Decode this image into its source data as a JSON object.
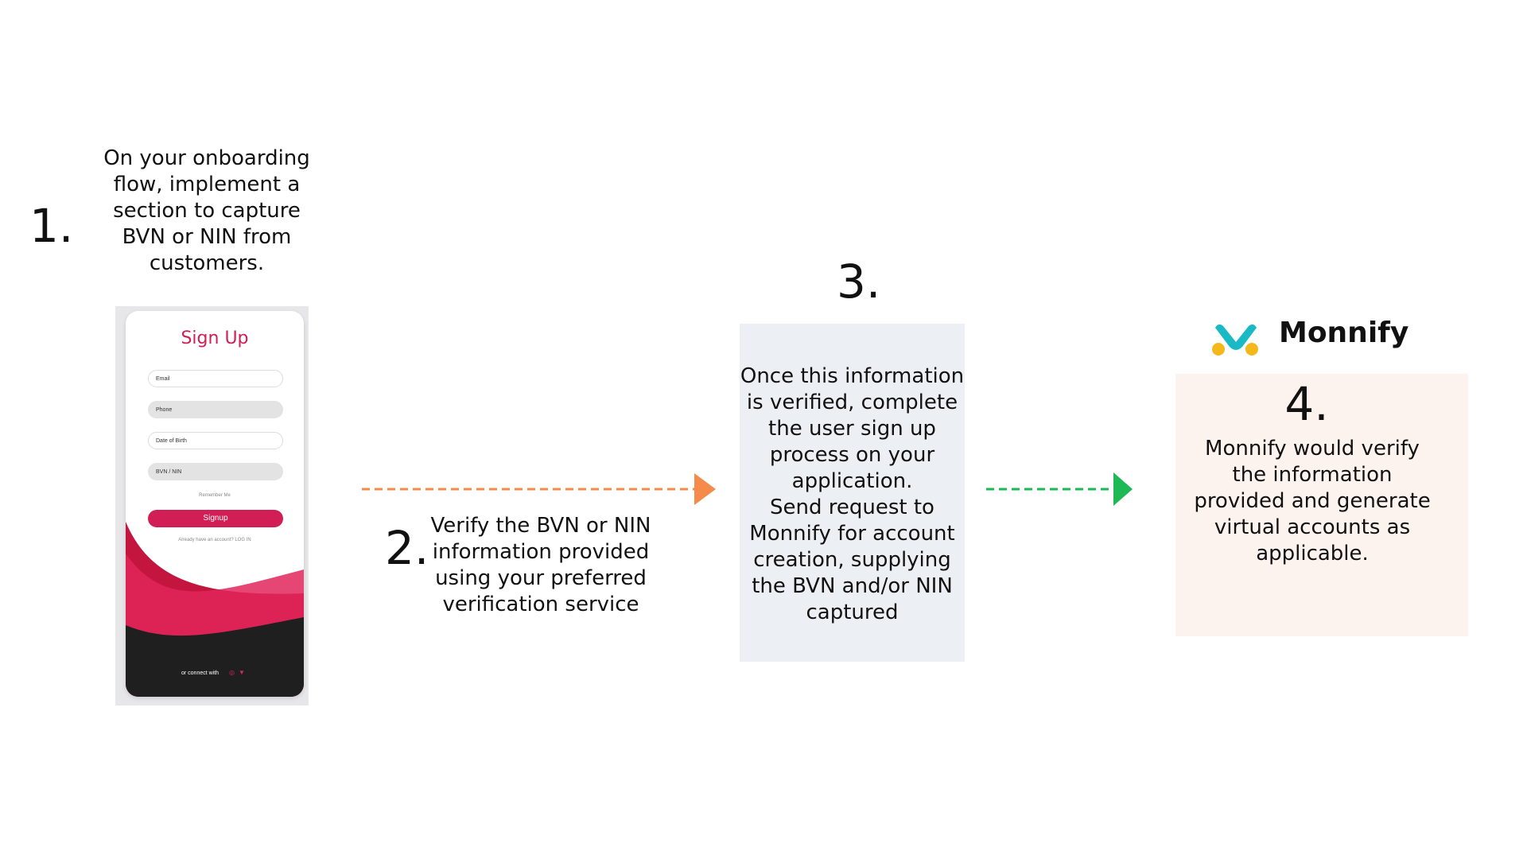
{
  "step1": {
    "number": "1.",
    "text_lines": [
      "On your onboarding",
      "flow, implement a",
      "section to capture",
      "BVN or NIN from",
      "customers."
    ]
  },
  "phone": {
    "title": "Sign Up",
    "fields": [
      {
        "placeholder": "Email",
        "style": "white"
      },
      {
        "placeholder": "Phone",
        "style": "gray"
      },
      {
        "placeholder": "Date of Birth",
        "style": "white"
      },
      {
        "placeholder": "BVN / NIN",
        "style": "gray"
      }
    ],
    "remember": "Remember Me",
    "signup_button": "Signup",
    "login_text": "Already have an account? LOG IN",
    "connect_text": "or connect with",
    "social_icons": [
      "instagram-icon",
      "twitter-icon"
    ],
    "accent_color": "#d11e55"
  },
  "step2": {
    "number": "2.",
    "text_lines": [
      "Verify the BVN or NIN",
      "information provided",
      "using your preferred",
      "verification service"
    ],
    "arrow_color": "#f58a4b"
  },
  "step3": {
    "number": "3.",
    "text_lines": [
      "Once this information",
      "is verified, complete",
      "the user sign up",
      "process on your",
      "application.",
      "Send request to",
      "Monnify for account",
      "creation, supplying",
      "the BVN and/or NIN",
      "captured"
    ],
    "box_color": "#ecf0f4",
    "arrow_color": "#1db954"
  },
  "step4": {
    "number": "4.",
    "brand": "Monnify",
    "text_lines": [
      "Monnify would verify",
      "the information",
      "provided and generate",
      "virtual accounts as",
      "applicable."
    ],
    "box_color": "#fdf3ee"
  }
}
